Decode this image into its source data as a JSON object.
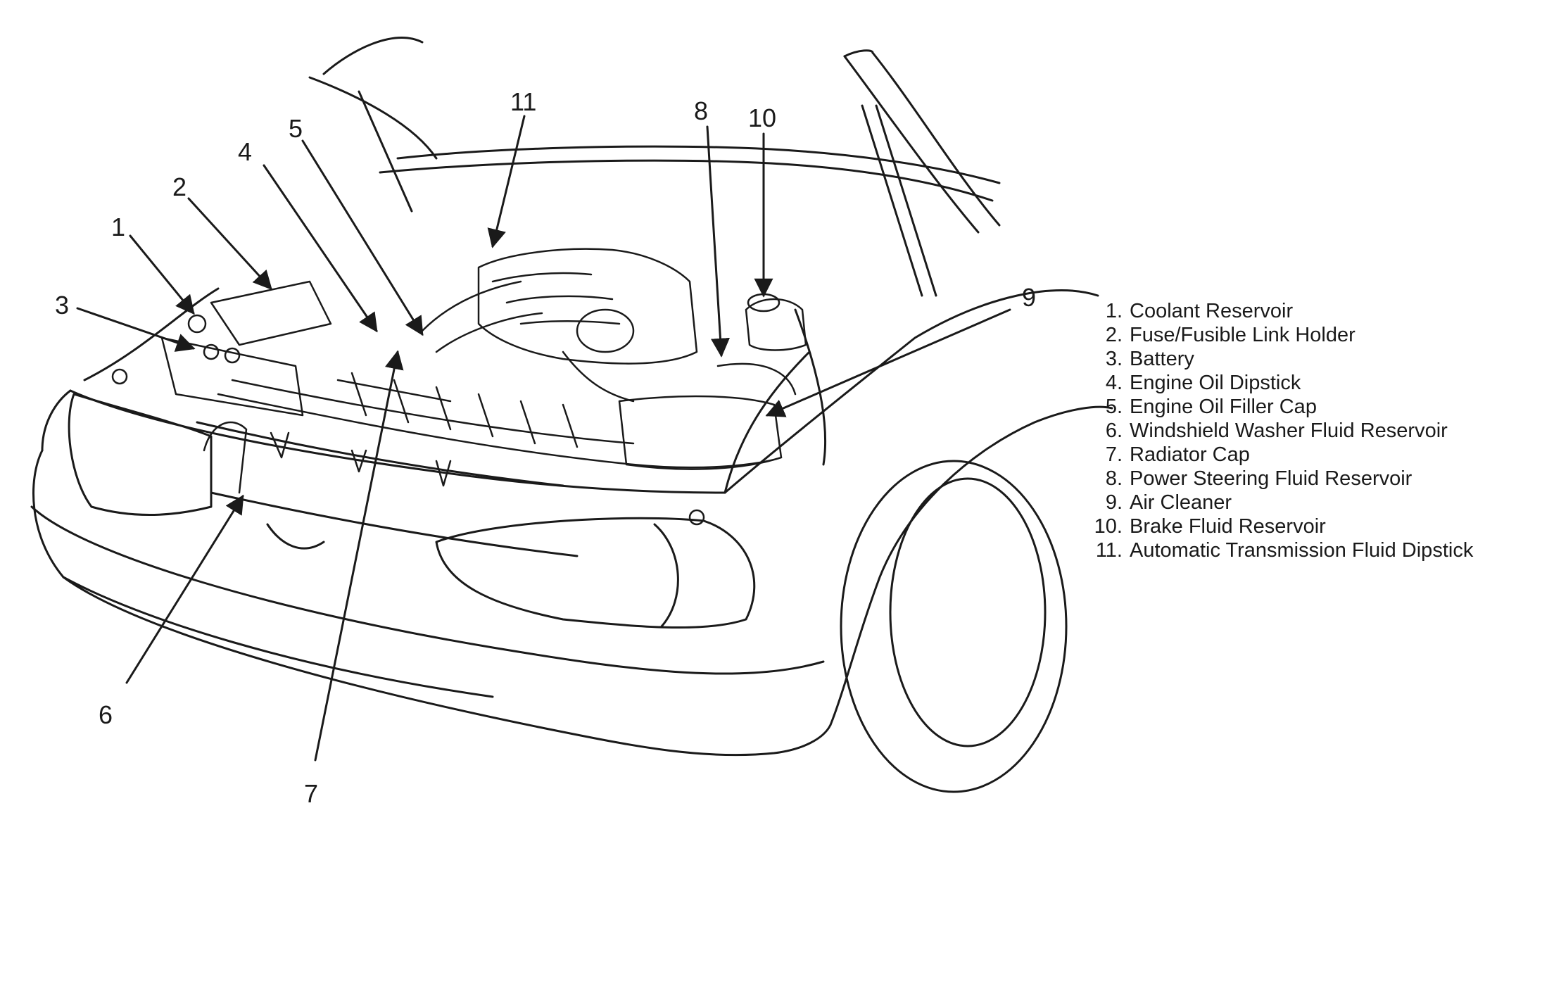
{
  "callouts": [
    "1",
    "2",
    "3",
    "4",
    "5",
    "6",
    "7",
    "8",
    "9",
    "10",
    "11"
  ],
  "legend": [
    {
      "num": "1.",
      "label": "Coolant Reservoir"
    },
    {
      "num": "2.",
      "label": "Fuse/Fusible Link Holder"
    },
    {
      "num": "3.",
      "label": "Battery"
    },
    {
      "num": "4.",
      "label": "Engine Oil Dipstick"
    },
    {
      "num": "5.",
      "label": "Engine Oil Filler Cap"
    },
    {
      "num": "6.",
      "label": "Windshield Washer Fluid Reservoir"
    },
    {
      "num": "7.",
      "label": "Radiator Cap"
    },
    {
      "num": "8.",
      "label": "Power Steering Fluid Reservoir"
    },
    {
      "num": "9.",
      "label": "Air Cleaner"
    },
    {
      "num": "10.",
      "label": "Brake Fluid Reservoir"
    },
    {
      "num": "11.",
      "label": "Automatic Transmission Fluid Dipstick"
    }
  ]
}
